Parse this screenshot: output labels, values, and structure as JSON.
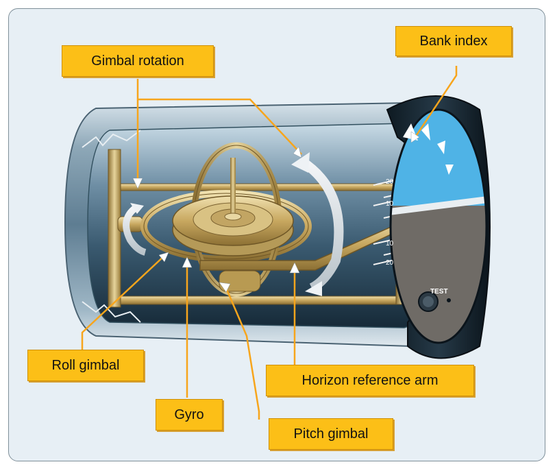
{
  "labels": {
    "gimbal_rotation": "Gimbal rotation",
    "bank_index": "Bank index",
    "roll_gimbal": "Roll gimbal",
    "gyro": "Gyro",
    "horizon_reference_arm": "Horizon reference arm",
    "pitch_gimbal": "Pitch gimbal"
  },
  "instrument_face": {
    "scale_20_top": "20",
    "scale_10_top": "10",
    "scale_10_bottom": "10",
    "scale_20_bottom": "20",
    "test_knob": "TEST"
  },
  "colors": {
    "label_fill": "#fcbf17",
    "leader_line": "#f7a51c",
    "frame_background": "#e7eff5",
    "sky_blue": "#4fb3e6",
    "gimbal_brass": "#c8a860",
    "housing_dark": "#1a3347"
  },
  "icons": [
    "rotation-arrow-icon",
    "pointer-arrow-icon",
    "test-knob-icon"
  ]
}
